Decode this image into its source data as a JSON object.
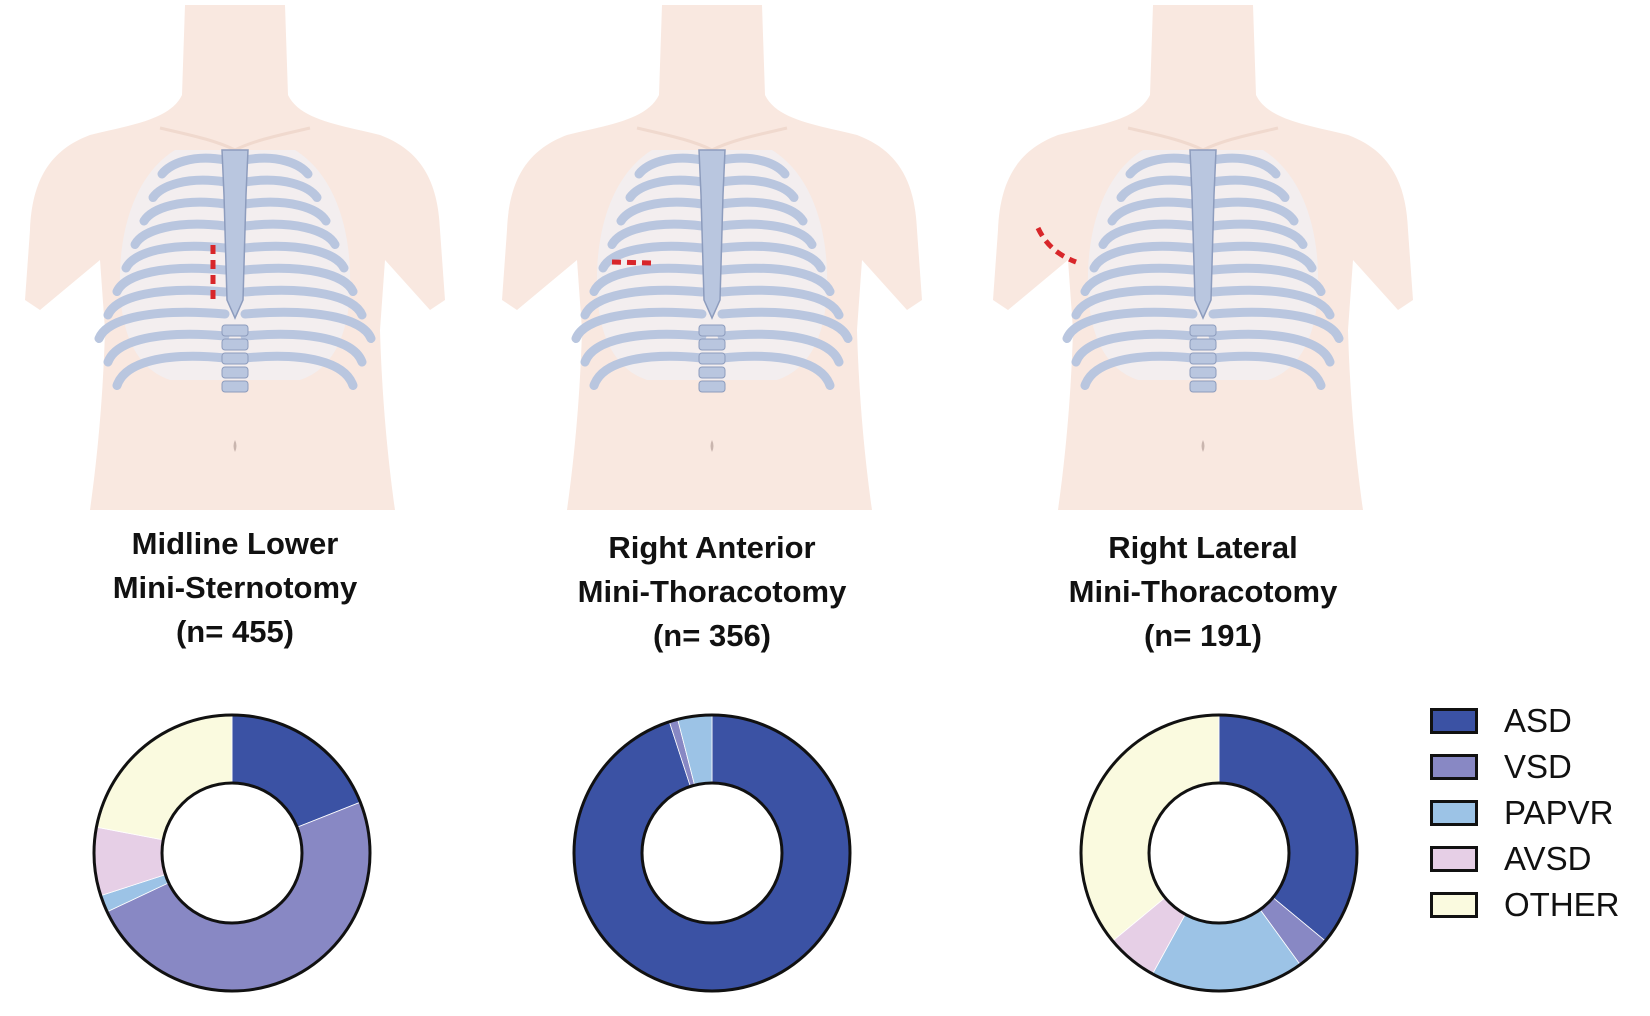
{
  "figure": {
    "colors": {
      "skin": "#f9e8e0",
      "rib": "#b9c6df",
      "rib_stroke": "#8d9cbd",
      "incision": "#d8262a",
      "outline": "#111111"
    },
    "panels": [
      {
        "name_line1": "Midline Lower",
        "name_line2": "Mini-Sternotomy",
        "n_label": "(n= 455)",
        "incision": "midline-vertical"
      },
      {
        "name_line1": "Right Anterior",
        "name_line2": "Mini-Thoracotomy",
        "n_label": "(n= 356)",
        "incision": "right-anterior-horizontal"
      },
      {
        "name_line1": "Right Lateral",
        "name_line2": "Mini-Thoracotomy",
        "n_label": "(n= 191)",
        "incision": "right-lateral-oblique"
      }
    ]
  },
  "legend": {
    "placement": "right",
    "items": [
      {
        "label": "ASD",
        "color": "#3b52a4"
      },
      {
        "label": "VSD",
        "color": "#8888c4"
      },
      {
        "label": "PAPVR",
        "color": "#9cc3e6"
      },
      {
        "label": "AVSD",
        "color": "#e6cfe6"
      },
      {
        "label": "OTHER",
        "color": "#fafadf"
      }
    ]
  },
  "chart_data": [
    {
      "type": "pie",
      "style": "donut",
      "title": "Midline Lower Mini-Sternotomy (n= 455)",
      "categories": [
        "ASD",
        "VSD",
        "PAPVR",
        "AVSD",
        "OTHER"
      ],
      "values": [
        19,
        49,
        2,
        8,
        22
      ],
      "unit": "%"
    },
    {
      "type": "pie",
      "style": "donut",
      "title": "Right Anterior Mini-Thoracotomy (n= 356)",
      "categories": [
        "ASD",
        "VSD",
        "PAPVR",
        "AVSD",
        "OTHER"
      ],
      "values": [
        95,
        1,
        4,
        0,
        0
      ],
      "unit": "%"
    },
    {
      "type": "pie",
      "style": "donut",
      "title": "Right Lateral Mini-Thoracotomy (n= 191)",
      "categories": [
        "ASD",
        "VSD",
        "PAPVR",
        "AVSD",
        "OTHER"
      ],
      "values": [
        36,
        4,
        18,
        6,
        36
      ],
      "unit": "%"
    }
  ]
}
